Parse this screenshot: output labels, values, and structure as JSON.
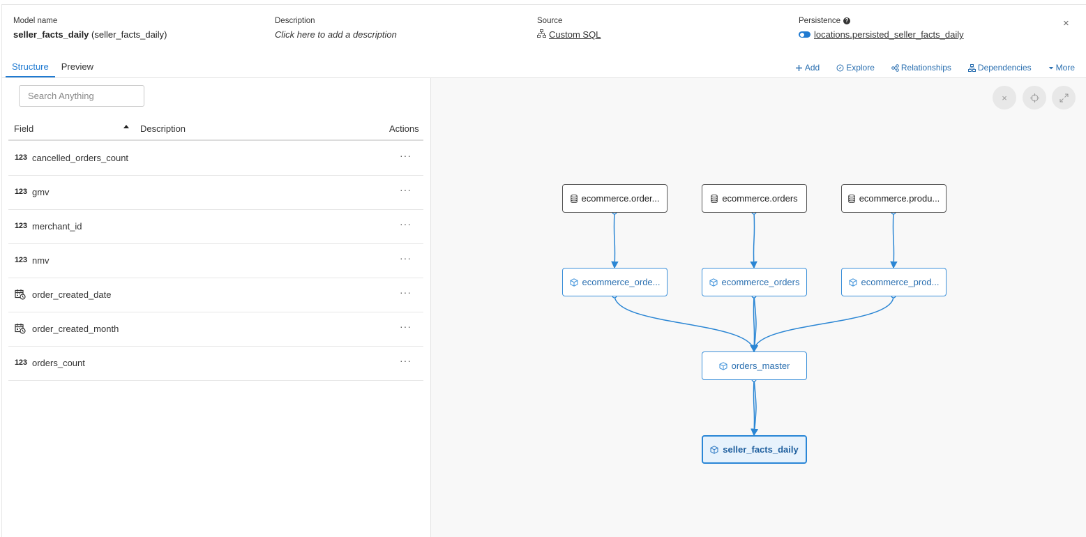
{
  "header": {
    "model_label": "Model name",
    "model_name": "seller_facts_daily",
    "model_alias": "(seller_facts_daily)",
    "description_label": "Description",
    "description_value": "Click here to add a description",
    "source_label": "Source",
    "source_value": "Custom SQL",
    "persistence_label": "Persistence",
    "persistence_value": "locations.persisted_seller_facts_daily",
    "close_glyph": "×"
  },
  "tabs": [
    {
      "label": "Structure",
      "active": true
    },
    {
      "label": "Preview",
      "active": false
    }
  ],
  "actions": [
    {
      "label": "Add",
      "icon": "plus-icon"
    },
    {
      "label": "Explore",
      "icon": "compass-icon"
    },
    {
      "label": "Relationships",
      "icon": "relationships-icon"
    },
    {
      "label": "Dependencies",
      "icon": "sitemap-icon"
    },
    {
      "label": "More",
      "icon": "caret-down-icon"
    }
  ],
  "search": {
    "placeholder": "Search Anything"
  },
  "table": {
    "headers": {
      "field": "Field",
      "description": "Description",
      "actions": "Actions"
    },
    "rows": [
      {
        "type": "123",
        "type_icon": "number-icon",
        "name": "cancelled_orders_count"
      },
      {
        "type": "123",
        "type_icon": "number-icon",
        "name": "gmv"
      },
      {
        "type": "123",
        "type_icon": "number-icon",
        "name": "merchant_id"
      },
      {
        "type": "123",
        "type_icon": "number-icon",
        "name": "nmv"
      },
      {
        "type": "",
        "type_icon": "calendar-clock-icon",
        "name": "order_created_date"
      },
      {
        "type": "",
        "type_icon": "calendar-clock-icon",
        "name": "order_created_month"
      },
      {
        "type": "123",
        "type_icon": "number-icon",
        "name": "orders_count"
      }
    ],
    "row_action_glyph": "···"
  },
  "graph": {
    "controls": [
      {
        "icon": "close-icon",
        "glyph": "×"
      },
      {
        "icon": "crosshair-icon",
        "glyph": ""
      },
      {
        "icon": "expand-icon",
        "glyph": ""
      }
    ],
    "nodes": {
      "src1": {
        "label": "ecommerce.order...",
        "kind": "table",
        "icon": "database-icon"
      },
      "src2": {
        "label": "ecommerce.orders",
        "kind": "table",
        "icon": "database-icon"
      },
      "src3": {
        "label": "ecommerce.produ...",
        "kind": "table",
        "icon": "database-icon"
      },
      "mdl1": {
        "label": "ecommerce_orde...",
        "kind": "model",
        "icon": "cube-icon"
      },
      "mdl2": {
        "label": "ecommerce_orders",
        "kind": "model",
        "icon": "cube-icon"
      },
      "mdl3": {
        "label": "ecommerce_prod...",
        "kind": "model",
        "icon": "cube-icon"
      },
      "master": {
        "label": "orders_master",
        "kind": "model",
        "icon": "cube-icon"
      },
      "target": {
        "label": "seller_facts_daily",
        "kind": "selected-model",
        "icon": "cube-icon"
      }
    },
    "edges": [
      [
        "src1",
        "mdl1"
      ],
      [
        "src2",
        "mdl2"
      ],
      [
        "src3",
        "mdl3"
      ],
      [
        "mdl1",
        "master"
      ],
      [
        "mdl2",
        "master"
      ],
      [
        "mdl3",
        "master"
      ],
      [
        "master",
        "target"
      ]
    ],
    "edge_color": "#2b86d4"
  }
}
